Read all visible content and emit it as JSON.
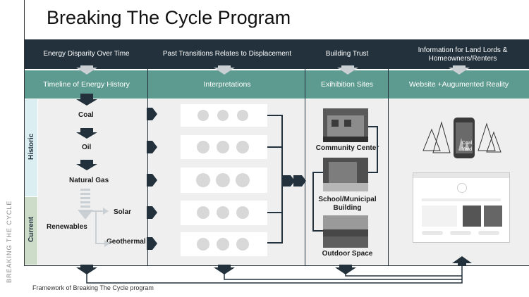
{
  "title": "Breaking The Cycle Program",
  "side_label": "BREAKING THE CYCLE",
  "caption": "Framework of Breaking The Cycle program",
  "columns": [
    {
      "top": "Energy Disparity Over Time",
      "sub": "Timeline of Energy History"
    },
    {
      "top": "Past Transitions Relates to Displacement",
      "sub": "Interpretations"
    },
    {
      "top": "Building Trust",
      "sub": "Exihibition Sites"
    },
    {
      "top": "Information for Land Lords & Homeowners/Renters",
      "sub": "Website +Augumented Reality"
    }
  ],
  "eras": {
    "historic": "Historic",
    "current": "Current"
  },
  "energy": {
    "coal": "Coal",
    "oil": "Oil",
    "natural_gas": "Natural Gas",
    "renewables": "Renewables",
    "solar": "Solar",
    "geothermal": "Geothermal"
  },
  "sites": {
    "community": "Community Center",
    "school": "School/Municipal Building",
    "outdoor": "Outdoor Space"
  },
  "phone_text": "Coal Yard",
  "colors": {
    "dark": "#22313b",
    "teal": "#5d9b91",
    "historic": "#dbeef1",
    "current": "#ccdcc8",
    "panel": "#efefef"
  }
}
